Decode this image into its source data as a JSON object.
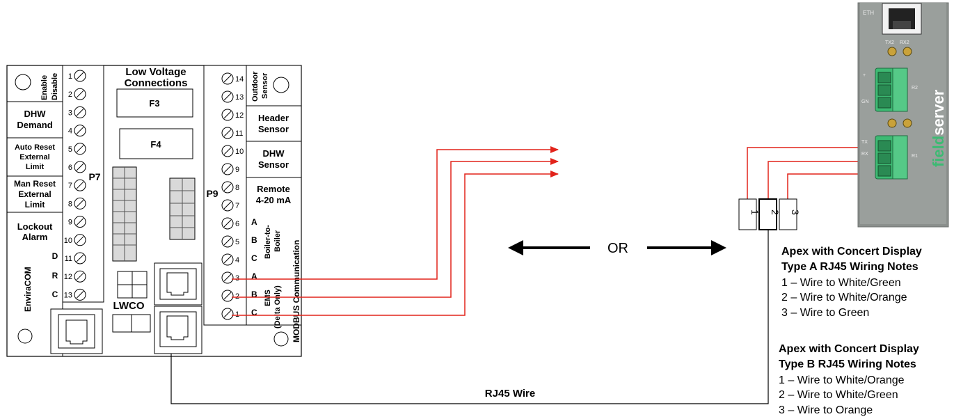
{
  "board": {
    "title_line1": "Low Voltage",
    "title_line2": "Connections",
    "fuse1": "F3",
    "fuse2": "F4",
    "p7_label": "P7",
    "p9_label": "P9",
    "lwco": "LWCO",
    "enable": "Enable",
    "disable": "Disable",
    "dhw_demand_1": "DHW",
    "dhw_demand_2": "Demand",
    "auto_reset_1": "Auto Reset",
    "auto_reset_2": "External",
    "auto_reset_3": "Limit",
    "man_reset_1": "Man Reset",
    "man_reset_2": "External",
    "man_reset_3": "Limit",
    "lockout_1": "Lockout",
    "lockout_2": "Alarm",
    "enviracom": "EnviraCOM",
    "d": "D",
    "r": "R",
    "c": "C",
    "outdoor_1": "Outdoor",
    "outdoor_2": "Sensor",
    "header_1": "Header",
    "header_2": "Sensor",
    "dhw_sensor_1": "DHW",
    "dhw_sensor_2": "Sensor",
    "remote_1": "Remote",
    "remote_2": "4-20 mA",
    "btb_1": "Boiler-to-",
    "btb_2": "Boiler",
    "ems_1": "EMS",
    "ems_2": "(Delta Only)",
    "modbus": "MODBUS Communication",
    "letter_a": "A",
    "letter_b": "B",
    "letter_c": "C",
    "p7_terminals": [
      "1",
      "2",
      "3",
      "4",
      "5",
      "6",
      "7",
      "8",
      "9",
      "10",
      "11",
      "12",
      "13"
    ],
    "p9_terminals": [
      "14",
      "13",
      "12",
      "11",
      "10",
      "9",
      "8",
      "7",
      "6",
      "5",
      "4",
      "3",
      "2",
      "1"
    ]
  },
  "or_label": "OR",
  "rj45_wire_label": "RJ45 Wire",
  "connector_pins": [
    "1",
    "2",
    "3"
  ],
  "fieldserver": {
    "eth": "ETH",
    "tx2": "TX2",
    "rx2": "RX2",
    "brand_a": "field",
    "brand_b": "server",
    "r1": "R1",
    "r2": "R2",
    "plus": "+",
    "gnd": "GN",
    "tx": "TX",
    "rx": "RX"
  },
  "notes": {
    "typeA_title1": "Apex with Concert Display",
    "typeA_title2": "Type A  RJ45 Wiring Notes",
    "typeA_lines": [
      "1 – Wire to White/Green",
      "2 – Wire to White/Orange",
      "3 – Wire to Green"
    ],
    "typeB_title1": "Apex with Concert Display",
    "typeB_title2": "Type B RJ45 Wiring Notes",
    "typeB_lines": [
      "1 – Wire to White/Orange",
      "2 – Wire to White/Green",
      "3 – Wire to Orange"
    ]
  },
  "colors": {
    "wire": "#e2231a",
    "connector_green": "#3dba73",
    "device_gray": "#8a8f8c",
    "line": "#000000"
  }
}
